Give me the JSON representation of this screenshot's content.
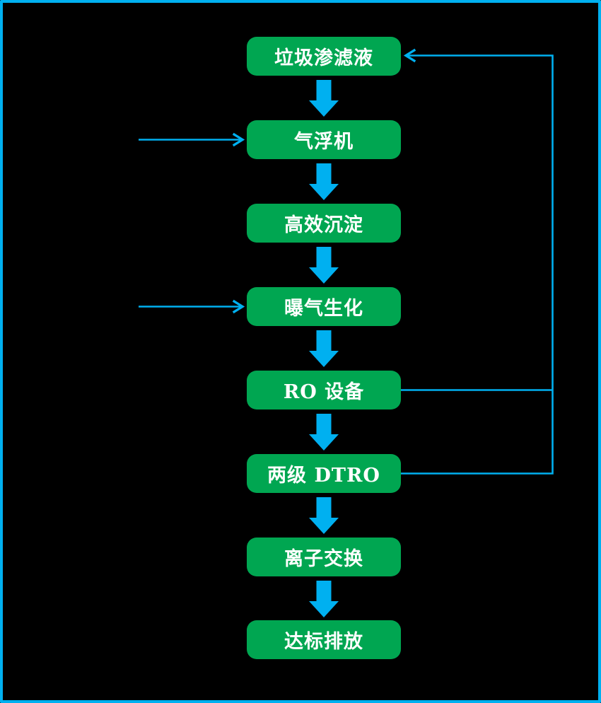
{
  "diagram": {
    "background_color": "#000000",
    "border_color": "#00B0F0",
    "node_fill_color": "#00A651",
    "node_text_color": "#FFFFFF",
    "arrow_color": "#00B0F0",
    "nodes": [
      {
        "label": "垃圾渗滤液"
      },
      {
        "label": "气浮机"
      },
      {
        "label": "高效沉淀"
      },
      {
        "label": "曝气生化"
      },
      {
        "label": "RO 设备"
      },
      {
        "label": "两级 DTRO"
      },
      {
        "label": "离子交换"
      },
      {
        "label": "达标排放"
      }
    ],
    "edges": [
      {
        "from": 0,
        "to": 1,
        "style": "block-down-arrow"
      },
      {
        "from": 1,
        "to": 2,
        "style": "block-down-arrow"
      },
      {
        "from": 2,
        "to": 3,
        "style": "block-down-arrow"
      },
      {
        "from": 3,
        "to": 4,
        "style": "block-down-arrow"
      },
      {
        "from": 4,
        "to": 5,
        "style": "block-down-arrow"
      },
      {
        "from": 5,
        "to": 6,
        "style": "block-down-arrow"
      },
      {
        "from": 6,
        "to": 7,
        "style": "block-down-arrow"
      },
      {
        "from": "outside-left",
        "to": 1,
        "style": "thin-arrow-inlet"
      },
      {
        "from": "outside-left",
        "to": 3,
        "style": "thin-arrow-inlet"
      },
      {
        "from": 4,
        "to": 0,
        "style": "thin-line-recycle"
      },
      {
        "from": 5,
        "to": 0,
        "style": "thin-line-recycle"
      }
    ]
  }
}
